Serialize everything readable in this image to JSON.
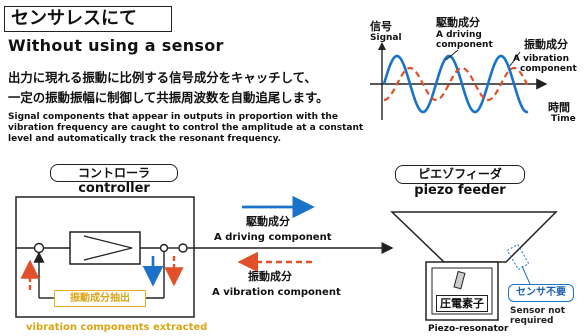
{
  "header": {
    "title": "センサレスにて",
    "subtitle": "Without using a sensor",
    "description_jp_line1": "出力に現れる振動に比例する信号成分をキャッチして、",
    "description_jp_line2": "一定の振動振幅に制御して共振周波数を自動追尾します。",
    "description_en": "Signal components that appear in outputs in proportion with the vibration frequency are caught to control the amplitude at a constant level and automatically track the resonant frequency."
  },
  "graph": {
    "signal_label_jp": "信号",
    "signal_label_en": "Signal",
    "time_label_jp": "時間",
    "time_label_en": "Time",
    "driving_label_jp": "駆動成分",
    "driving_label_en_1": "A driving",
    "driving_label_en_2": "component",
    "vibration_label_jp": "振動成分",
    "vibration_label_en_1": "A vibration",
    "vibration_label_en_2": "component",
    "colors": {
      "driving": "#1a72c9",
      "vibration": "#e0502a",
      "axis": "#222222"
    }
  },
  "controller": {
    "label_jp": "コントローラ",
    "label_en": "controller",
    "extract_label_jp": "振動成分抽出",
    "extract_label_en": "vibration components extracted"
  },
  "signals": {
    "driving_jp": "駆動成分",
    "driving_en": "A driving component",
    "vibration_jp": "振動成分",
    "vibration_en": "A vibration component"
  },
  "piezo": {
    "label_jp": "ピエゾフィーダ",
    "label_en": "piezo feeder",
    "element_jp": "圧電素子",
    "resonator_en": "Piezo-resonator",
    "sensor_jp": "センサ不要",
    "sensor_en": "Sensor not required"
  },
  "colors": {
    "blue": "#1a72c9",
    "red": "#e0502a",
    "yellow": "#e3b21e"
  }
}
